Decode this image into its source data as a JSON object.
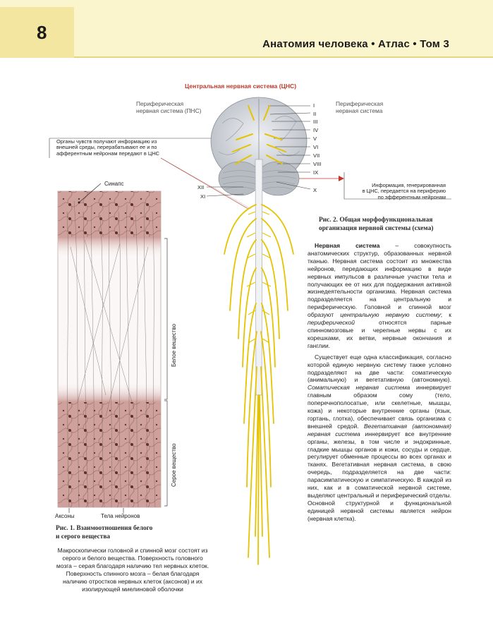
{
  "header": {
    "page_number": "8",
    "book_title": "Анатомия человека • Атлас • Том 3"
  },
  "figure2": {
    "cns_label": "Центральная нервная система (ЦНС)",
    "pns_left": "Периферическая\nнервная система (ПНС)",
    "pns_right": "Периферическая\nнервная система",
    "sense_organs_note": "Органы чувств получают информацию из\nвнешней среды, перерабатывают ее и по\nафферентным нейронам передают в ЦНС",
    "info_note": "Информация, генерированная\nв ЦНС, передается на периферию\nпо эфферентным нейронам",
    "cranial_nerves": [
      "I",
      "II",
      "III",
      "IV",
      "V",
      "VI",
      "VII",
      "VIII",
      "IX",
      "X",
      "XI",
      "XII"
    ],
    "caption": "Рис. 2. Общая морфофункциональная\nорганизация нервной системы (схема)"
  },
  "figure1": {
    "synapse_label": "Синапс",
    "white_matter_label": "Белое вещество",
    "gray_matter_label": "Серое вещество",
    "axons_label": "Аксоны",
    "neuron_bodies_label": "Тела нейронов",
    "caption": "Рис. 1. Взаимоотношения белого\nи серого вещества"
  },
  "colors": {
    "header_bg": "#fbf5cd",
    "page_num_bg": "#f2e6a0",
    "nerve": "#e6c300",
    "tissue": "#c99a96",
    "accent_red": "#c0392b"
  },
  "left_text": "Макроскопически головной и спинной мозг состоят из серого и белого вещества. Поверхность головного мозга – серая благодаря наличию тел нервных клеток. Поверхность спинного мозга – белая благодаря наличию отростков нервных клеток (аксонов) и их изолирующей миелиновой оболочки",
  "right_text": {
    "p1_term": "Нервная система",
    "p1_a": " – совокупность анатомических структур, образованных нервной тканью. Нервная система состоит из множества нейронов, передающих информацию в виде нервных импульсов в различные участки тела и получающих ее от них для поддержания активной жизнедеятельности организма. Нервная система подразделяется на центральную и периферическую. Головной и спинной мозг образуют ",
    "p1_cns": "центральную нервную систему",
    "p1_b": "; к ",
    "p1_pns": "периферической",
    "p1_c": " относятся парные спинномозговые и черепные нервы с их корешками, их ветви, нервные окончания и ганглии.",
    "p2_a": "Существует еще одна классификация, согласно которой единую нервную систему также условно подразделяют на две части: соматическую (анимальную) и вегетативную (автономную). ",
    "p2_somatic": "Соматическая нервная система",
    "p2_b": " иннервирует главным образом сому (тело, поперечнополосатые, или скелетные, мышцы, кожа) и некоторые внутренние органы (язык, гортань, глотка), обеспечивает связь организма с внешней средой. ",
    "p2_auto": "Вегетативная (автономная) нервная система",
    "p2_c": " иннервирует все внутренние органы, железы, в том числе и эндокринные, гладкие мышцы органов и кожи, сосуды и сердце, регулирует обменные процессы во всех органах и тканях. Вегетативная нервная система, в свою очередь, подразделяется на две части: парасимпатическую и симпатическую. В каждой из них, как и в соматической нервной системе, выделяют центральный и периферический отделы. Основной структурной и функциональной единицей нервной системы является нейрон (нервная клетка)."
  }
}
